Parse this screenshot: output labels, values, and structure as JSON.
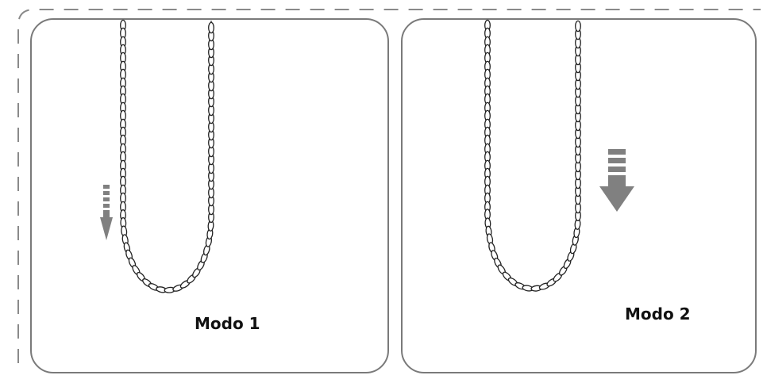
{
  "panels": [
    {
      "label": "Modo 1",
      "arrow": "small"
    },
    {
      "label": "Modo 2",
      "arrow": "large"
    }
  ],
  "colors": {
    "frame_dashes": "#8a8a8a",
    "panel_border": "#7a7a7a",
    "chain": "#222222",
    "arrow": "#808080",
    "text": "#111111"
  }
}
